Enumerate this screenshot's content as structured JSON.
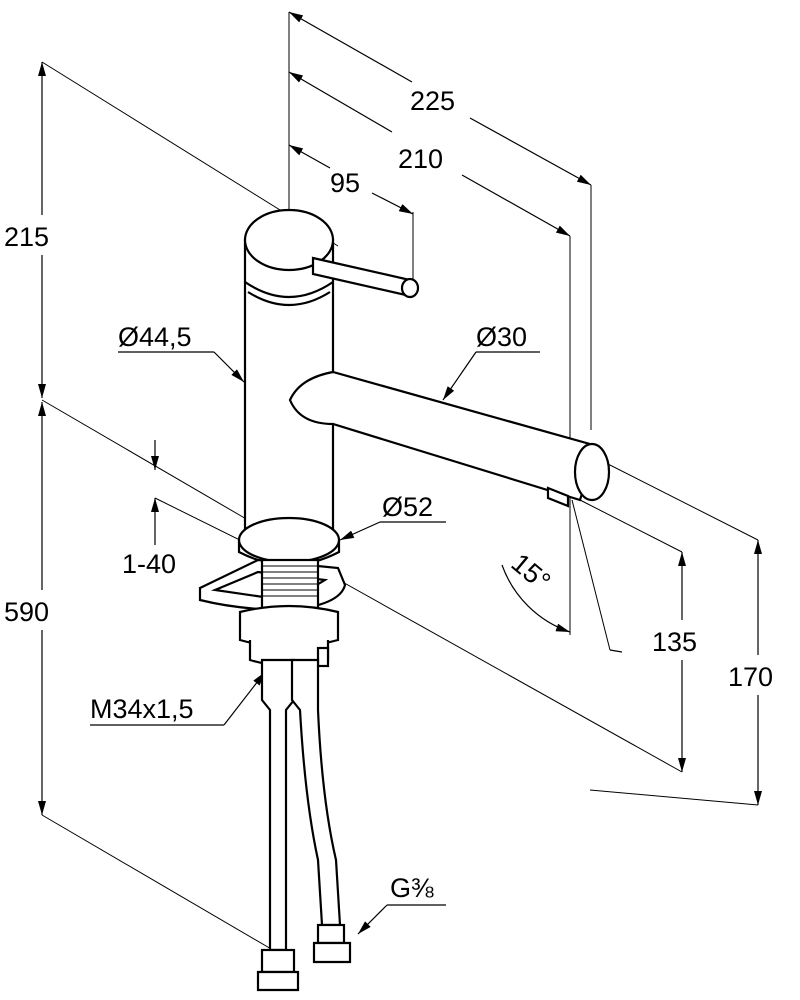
{
  "drawing": {
    "labels": {
      "d225": "225",
      "d210": "210",
      "d95": "95",
      "d215": "215",
      "d590": "590",
      "dia445": "Ø44,5",
      "dia30": "Ø30",
      "dia52": "Ø52",
      "range140": "1-40",
      "thread": "M34x1,5",
      "angle": "15°",
      "d135": "135",
      "d170": "170",
      "g38": "G⅜"
    },
    "icons": [
      "faucet-body",
      "lever-handle",
      "spout",
      "mounting-bracket",
      "supply-hoses"
    ]
  }
}
